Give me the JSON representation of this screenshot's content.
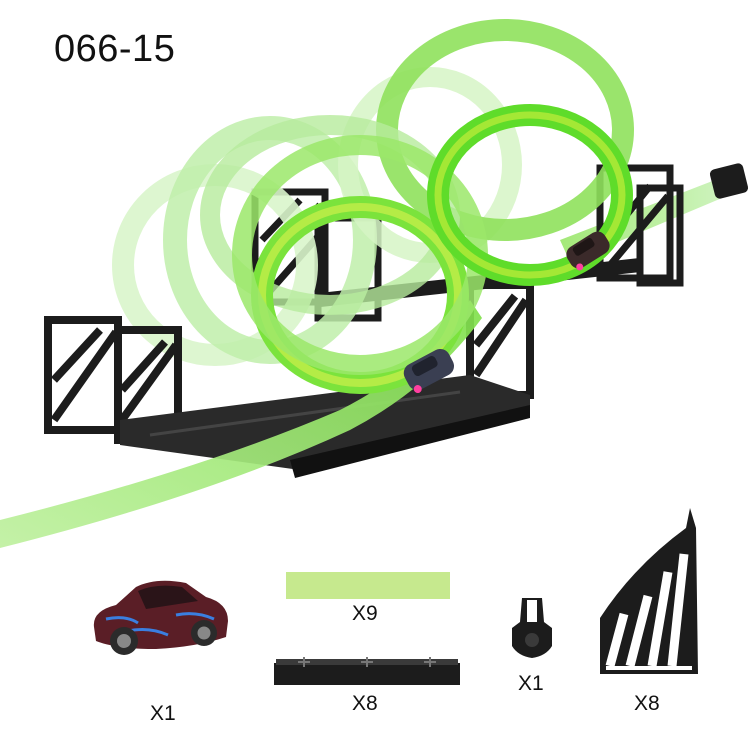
{
  "product": {
    "model_code": "066-15"
  },
  "parts": [
    {
      "name": "toy-car",
      "quantity": "X1"
    },
    {
      "name": "straight-track",
      "quantity": "X9"
    },
    {
      "name": "connector-base",
      "quantity": "X8"
    },
    {
      "name": "launcher-clip",
      "quantity": "X1"
    },
    {
      "name": "support-bracket",
      "quantity": "X8"
    }
  ],
  "colors": {
    "track_bright": "#5fdc2a",
    "track_pale": "#c8f2b6",
    "track_yellow": "#b8ec3a",
    "bracket": "#1c1c1c",
    "car_body": "#5a1e26",
    "car_graffiti": "#3a7fe0",
    "straight_piece": "#c6e98e"
  },
  "icons": [
    "toy-car-icon",
    "straight-track-icon",
    "connector-base-icon",
    "launcher-clip-icon",
    "support-bracket-icon"
  ]
}
